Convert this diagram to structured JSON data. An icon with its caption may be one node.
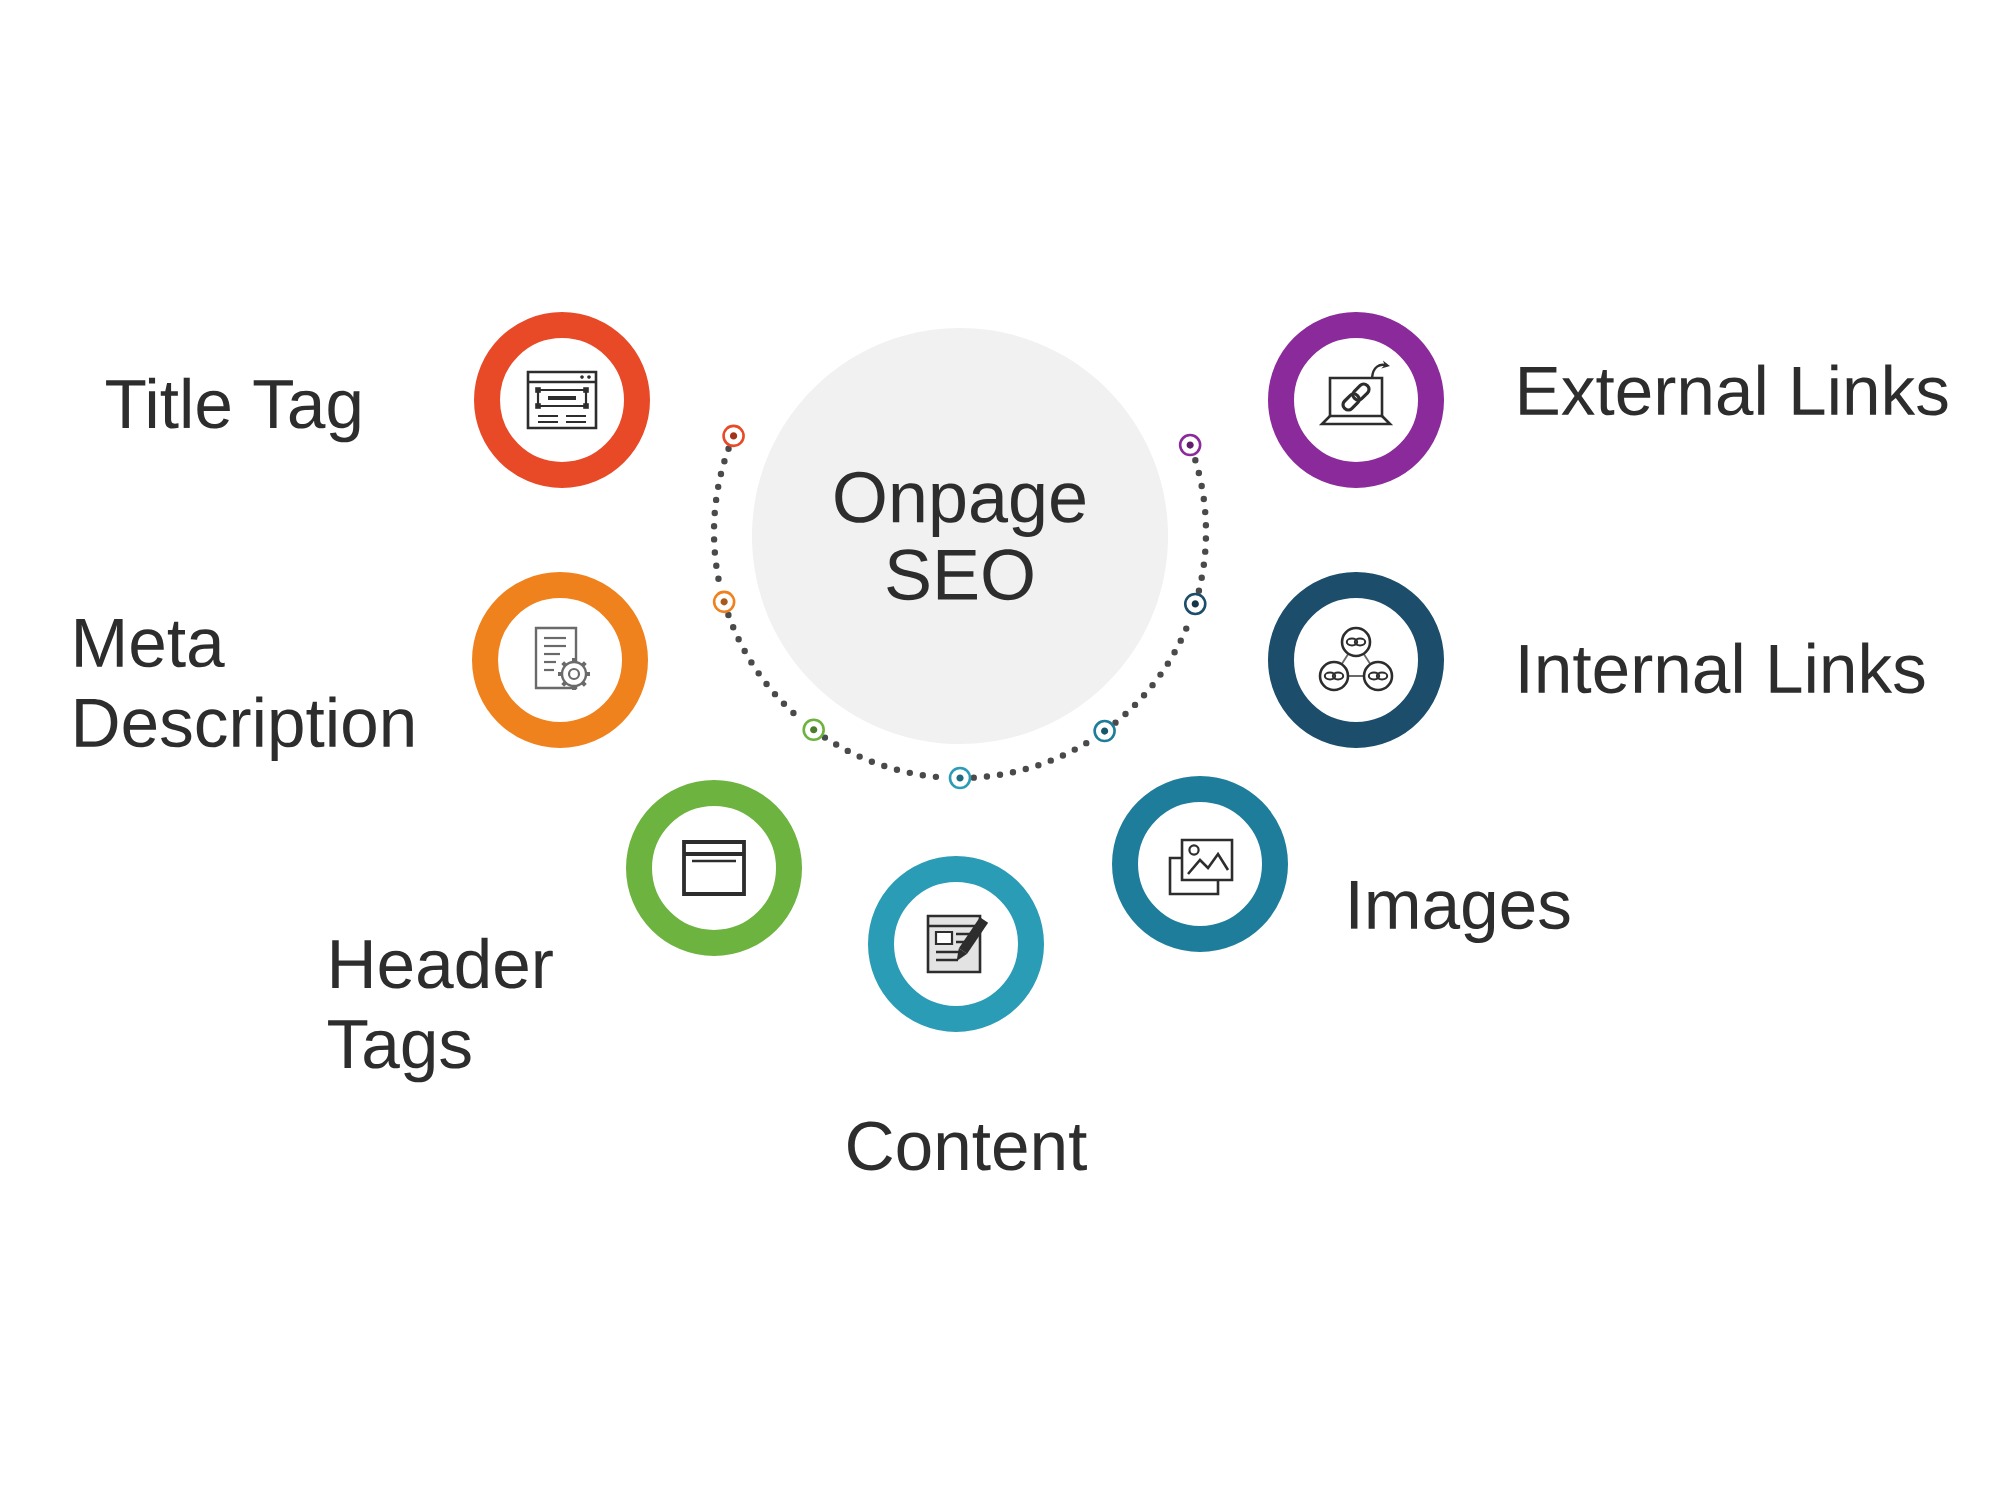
{
  "diagram": {
    "nodes": [
      {
        "text": [
          "Onpage SEO"
        ]
      },
      {
        "text": [],
        "shape": "circle",
        "beside": [
          "Title Tag"
        ]
      },
      {
        "text": [],
        "shape": "circle",
        "beside": [
          "External Links"
        ]
      },
      {
        "text": [],
        "shape": "circle",
        "beside": [
          "Meta Description"
        ]
      },
      {
        "text": [],
        "shape": "circle",
        "beside": [
          "Internal Links"
        ]
      },
      {
        "text": [],
        "shape": "circle",
        "beside": [
          "Header Tags"
        ]
      },
      {
        "text": [],
        "shape": "circle",
        "beside": [
          "Images"
        ]
      },
      {
        "text": [],
        "shape": "circle",
        "beside": [
          "Content"
        ]
      }
    ]
  }
}
